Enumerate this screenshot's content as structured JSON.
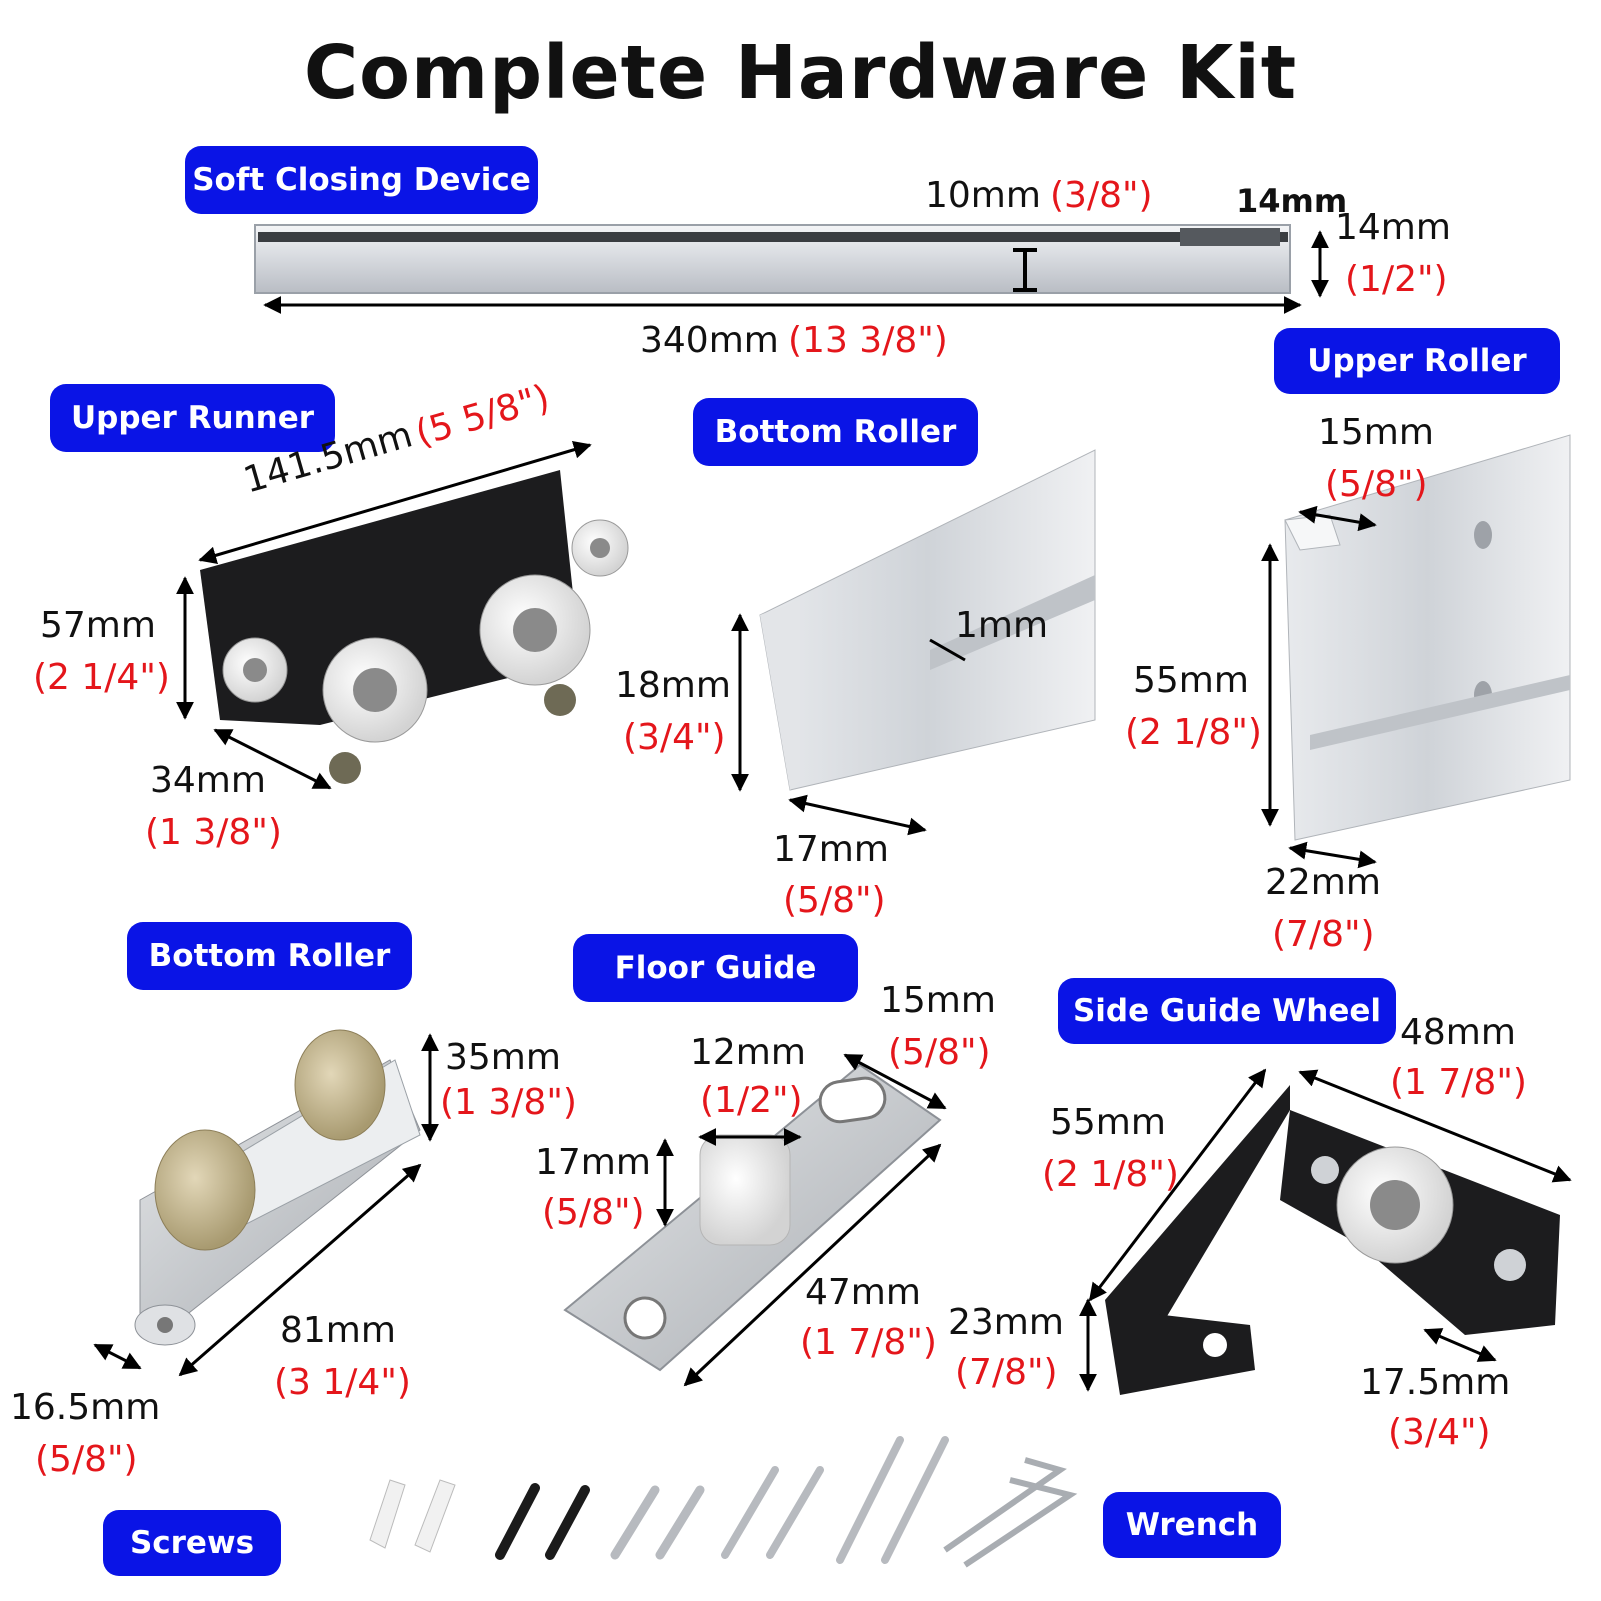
{
  "title": "Complete Hardware Kit",
  "labels": {
    "soft_closing": "Soft Closing Device",
    "upper_roller_top": "Upper Roller",
    "upper_runner": "Upper Runner",
    "bottom_roller_mid": "Bottom Roller",
    "bottom_roller_left": "Bottom Roller",
    "floor_guide": "Floor Guide",
    "side_guide": "Side Guide Wheel",
    "screws": "Screws",
    "wrench": "Wrench"
  },
  "dims": {
    "sc_10": "10mm",
    "sc_10_in": "(3/8\")",
    "sc_14a": "14mm",
    "sc_14b": "14mm",
    "sc_14_in": "(1/2\")",
    "sc_340": "340mm",
    "sc_340_in": "(13 3/8\")",
    "ur_141": "141.5mm",
    "ur_141_in": "(5 5/8\")",
    "ur_57": "57mm",
    "ur_57_in": "(2 1/4\")",
    "ur_34": "34mm",
    "ur_34_in": "(1 3/8\")",
    "br_18": "18mm",
    "br_18_in": "(3/4\")",
    "br_1": "1mm",
    "br_17": "17mm",
    "br_17_in": "(5/8\")",
    "up_15": "15mm",
    "up_15_in": "(5/8\")",
    "up_55": "55mm",
    "up_55_in": "(2 1/8\")",
    "up_22": "22mm",
    "up_22_in": "(7/8\")",
    "bl_35": "35mm",
    "bl_35_in": "(1 3/8\")",
    "bl_81": "81mm",
    "bl_81_in": "(3 1/4\")",
    "bl_16": "16.5mm",
    "bl_16_in": "(5/8\")",
    "fg_15": "15mm",
    "fg_15_in": "(5/8\")",
    "fg_12": "12mm",
    "fg_12_in": "(1/2\")",
    "fg_17": "17mm",
    "fg_17_in": "(5/8\")",
    "fg_47": "47mm",
    "fg_47_in": "(1 7/8\")",
    "sg_48": "48mm",
    "sg_48_in": "(1 7/8\")",
    "sg_55": "55mm",
    "sg_55_in": "(2 1/8\")",
    "sg_23": "23mm",
    "sg_23_in": "(7/8\")",
    "sg_17": "17.5mm",
    "sg_17_in": "(3/4\")"
  }
}
